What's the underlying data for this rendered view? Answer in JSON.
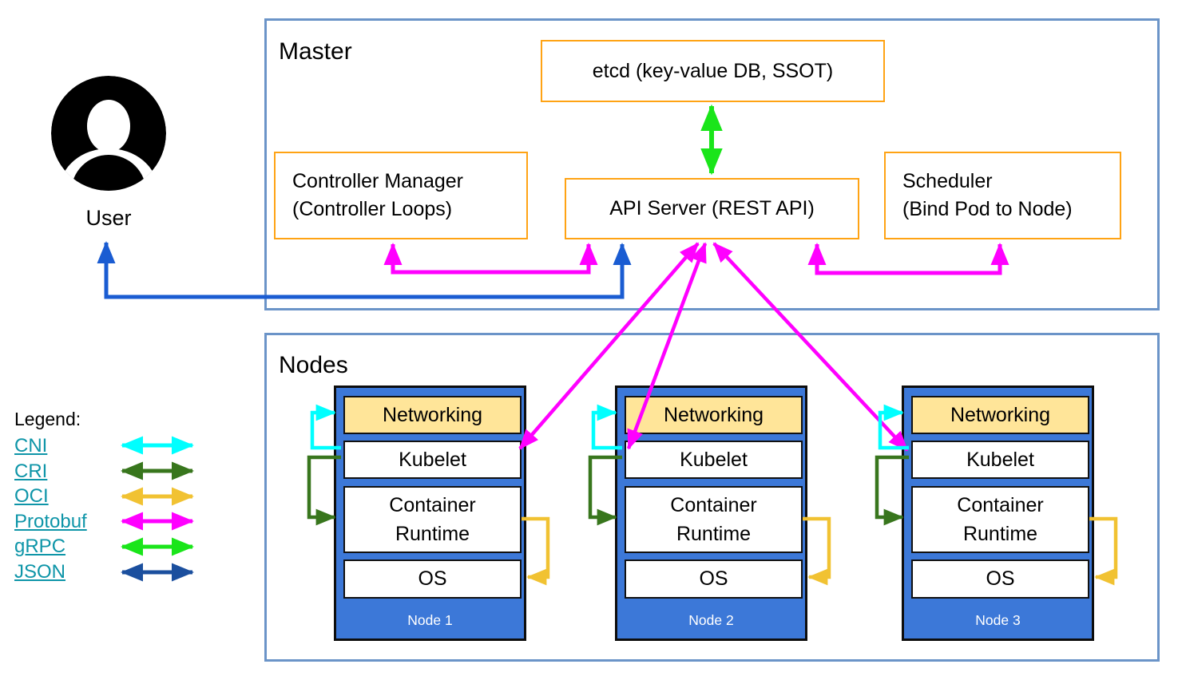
{
  "palette": {
    "region_border_blue": "#6b94c8",
    "component_border_orange": "#ffa314",
    "node_fill_blue": "#3c78d8",
    "networking_fill_yellow": "#ffe599",
    "arrow_cni": "#00ffff",
    "arrow_cri": "#38761d",
    "arrow_oci": "#f1c232",
    "arrow_protobuf": "#ff00ff",
    "arrow_grpc": "#1ae51a",
    "arrow_json": "#1b4f9e",
    "arrow_user_json": "#1a5cd2",
    "legend_link_teal": "#0e95a8"
  },
  "user": {
    "label": "User",
    "icon": "person-avatar-icon"
  },
  "master": {
    "title": "Master",
    "etcd_label": "etcd (key-value DB, SSOT)",
    "controller_manager_line1": "Controller Manager",
    "controller_manager_line2": "(Controller Loops)",
    "api_server_label": "API Server (REST API)",
    "scheduler_line1": "Scheduler",
    "scheduler_line2": "(Bind Pod to Node)"
  },
  "nodes": {
    "title": "Nodes",
    "layers": {
      "networking": "Networking",
      "kubelet": "Kubelet",
      "container_runtime": "Container Runtime",
      "os": "OS"
    },
    "items": [
      {
        "label": "Node 1"
      },
      {
        "label": "Node 2"
      },
      {
        "label": "Node 3"
      }
    ]
  },
  "legend": {
    "title": "Legend:",
    "items": [
      {
        "label": "CNI",
        "color": "#00ffff"
      },
      {
        "label": "CRI",
        "color": "#38761d"
      },
      {
        "label": "OCI",
        "color": "#f1c232"
      },
      {
        "label": "Protobuf",
        "color": "#ff00ff"
      },
      {
        "label": "gRPC",
        "color": "#1ae51a"
      },
      {
        "label": "JSON",
        "color": "#1b4f9e"
      }
    ]
  }
}
